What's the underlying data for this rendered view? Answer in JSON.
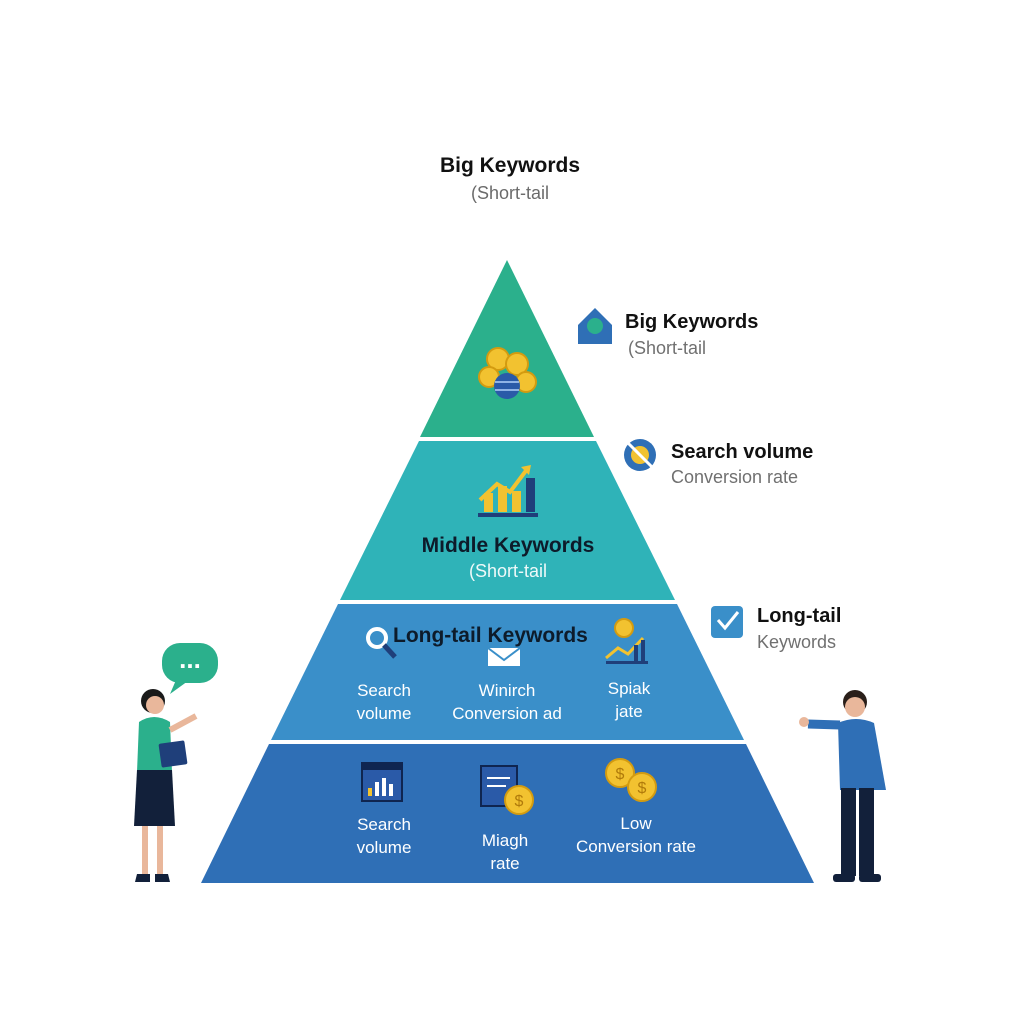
{
  "header": {
    "title": "Big Keywords",
    "subtitle": "(Short-tail"
  },
  "pyramid": {
    "middle": {
      "title": "Middle Keywords",
      "subtitle": "(Short-tail"
    },
    "long_tail": {
      "title": "Long-tail Keywords",
      "cells": [
        {
          "line1": "Search",
          "line2": "volume"
        },
        {
          "line1": "Winirch",
          "line2": "Conversion ad"
        },
        {
          "line1": "Spiak",
          "line2": "jate"
        }
      ]
    },
    "base": {
      "cells": [
        {
          "line1": "Search",
          "line2": "volume"
        },
        {
          "line1": "Miagh",
          "line2": "rate"
        },
        {
          "line1": "Low",
          "line2": "Conversion rate"
        }
      ]
    }
  },
  "callouts": [
    {
      "title": "Big Keywords",
      "subtitle": "(Short-tail",
      "icon": "house-icon"
    },
    {
      "title": "Search volume",
      "subtitle": "Conversion rate",
      "icon": "target-icon"
    },
    {
      "title": "Long-tail",
      "subtitle": "Keywords",
      "icon": "checklist-icon"
    }
  ],
  "speech_bubble": {
    "text": "..."
  },
  "colors": {
    "tier1": "#2bb08c",
    "tier2": "#2fb3b8",
    "tier3": "#3a8fc9",
    "tier4": "#2f6fb6",
    "gold": "#f2c230",
    "navy": "#1f3f7a"
  }
}
